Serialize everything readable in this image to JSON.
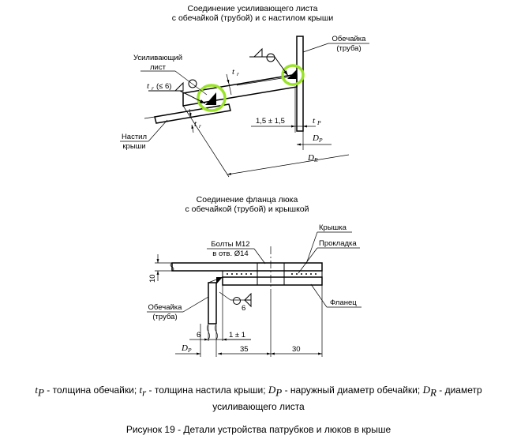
{
  "top_view": {
    "title_line1": "Соединение усиливающего листа",
    "title_line2": "с обечайкой (трубой) и с настилом крыши",
    "reinforcing_sheet_line1": "Усиливающий",
    "reinforcing_sheet_line2": "лист",
    "tr_le": "(≤ 6)",
    "tr_main": "t",
    "tr_sub": "r",
    "shell_line1": "Обечайка",
    "shell_line2": "(труба)",
    "roof_line1": "Настил",
    "roof_line2": "крыши",
    "gap_dim": "1,5 ± 1,5",
    "tp_main": "t",
    "tp_sub": "P",
    "dp_main": "D",
    "dp_sub": "P",
    "dr_main": "D",
    "dr_sub": "R"
  },
  "bottom_view": {
    "title_line1": "Соединение фланца люка",
    "title_line2": "с обечайкой (трубой) и крышкой",
    "bolts_line1": "Болты М12",
    "bolts_line2": "в отв. Ø14",
    "cover": "Крышка",
    "gasket": "Прокладка",
    "flange": "Фланец",
    "shell_line1": "Обечайка",
    "shell_line2": "(труба)",
    "dim_10": "10",
    "dim_6": "6",
    "dim_1": "1 ± 1",
    "dim_35": "35",
    "dim_30": "30",
    "weld_6": "6",
    "dp_main": "D",
    "dp_sub": "P"
  },
  "legend": {
    "tp_sym": "t",
    "tp_sub": "P",
    "tp_text": " - толщина обечайки; ",
    "tr_sym": "t",
    "tr_sub": "r",
    "tr_text": " - толщина настила крыши; ",
    "dp_sym": "D",
    "dp_sub": "P",
    "dp_text": " - наружный диаметр обечайки; ",
    "dr_sym": "D",
    "dr_sub": "R",
    "dr_text": " - диаметр",
    "line2": "усиливающего листа"
  },
  "caption": "Рисунок 19 - Детали устройства патрубков и люков в крыше",
  "colors": {
    "weld_highlight": "#9be32a"
  }
}
